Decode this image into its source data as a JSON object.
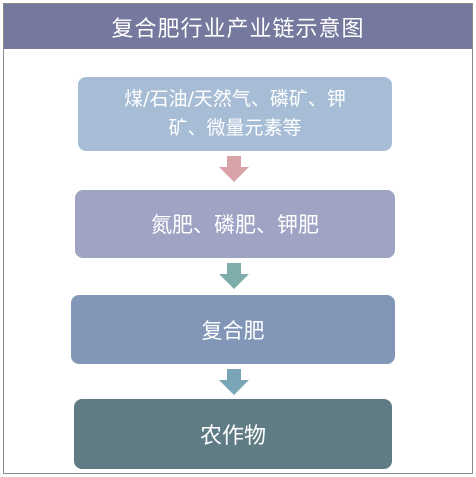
{
  "title": "复合肥行业产业链示意图",
  "nodes": [
    {
      "line1": "煤/石油/天然气、磷矿、钾",
      "line2": "矿、微量元素等"
    },
    {
      "label": "氮肥、磷肥、钾肥"
    },
    {
      "label": "复合肥"
    },
    {
      "label": "农作物"
    }
  ],
  "arrows": [
    {
      "icon": "arrow-down-icon",
      "color": "#d7a3a6"
    },
    {
      "icon": "arrow-down-icon",
      "color": "#7fadaa"
    },
    {
      "icon": "arrow-down-icon",
      "color": "#7aa5b7"
    }
  ],
  "colors": {
    "title_bar": "#76799e",
    "node_1": "#a7bdd6",
    "node_2": "#9fa3c4",
    "node_3": "#8297b8",
    "node_4": "#5f7c85"
  }
}
